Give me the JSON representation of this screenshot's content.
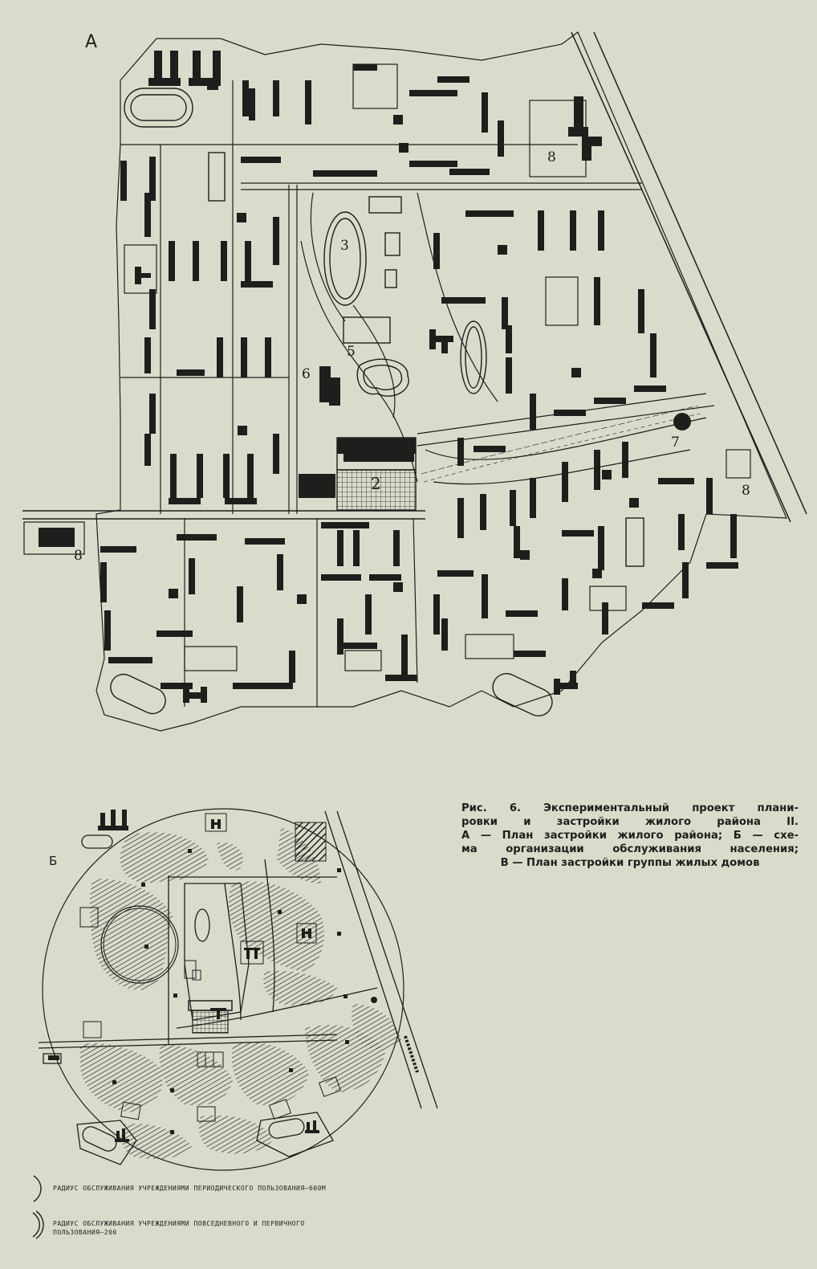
{
  "plan_a": {
    "label": "А",
    "zone_numbers": {
      "n3": "3",
      "n5": "5",
      "n6": "6",
      "n2": "2",
      "n7": "7",
      "n8_top": "8",
      "n8_right": "8",
      "n8_left": "8"
    }
  },
  "plan_b": {
    "label": "Б"
  },
  "caption": {
    "line1": "Рис. 6. Экспериментальный проект плани-",
    "line2": "ровки и застройки жилого района II.",
    "line3": "А — План застройки жилого района; Б — схе-",
    "line4": "ма организации обслуживания населения;",
    "line5": "В — План застройки группы жилых домов"
  },
  "legend": {
    "item1": "РАДИУС ОБСЛУЖИВАНИЯ УЧРЕЖДЕНИЯМИ ПЕРИОДИЧЕСКОГО ПОЛЬЗОВАНИЯ—600М",
    "item2_line1": "РАДИУС ОБСЛУЖИВАНИЯ УЧРЕЖДЕНИЯМИ ПОВСЕДНЕВНОГО И ПЕРВИЧНОГО",
    "item2_line2": "ПОЛЬЗОВАНИЯ—200"
  }
}
